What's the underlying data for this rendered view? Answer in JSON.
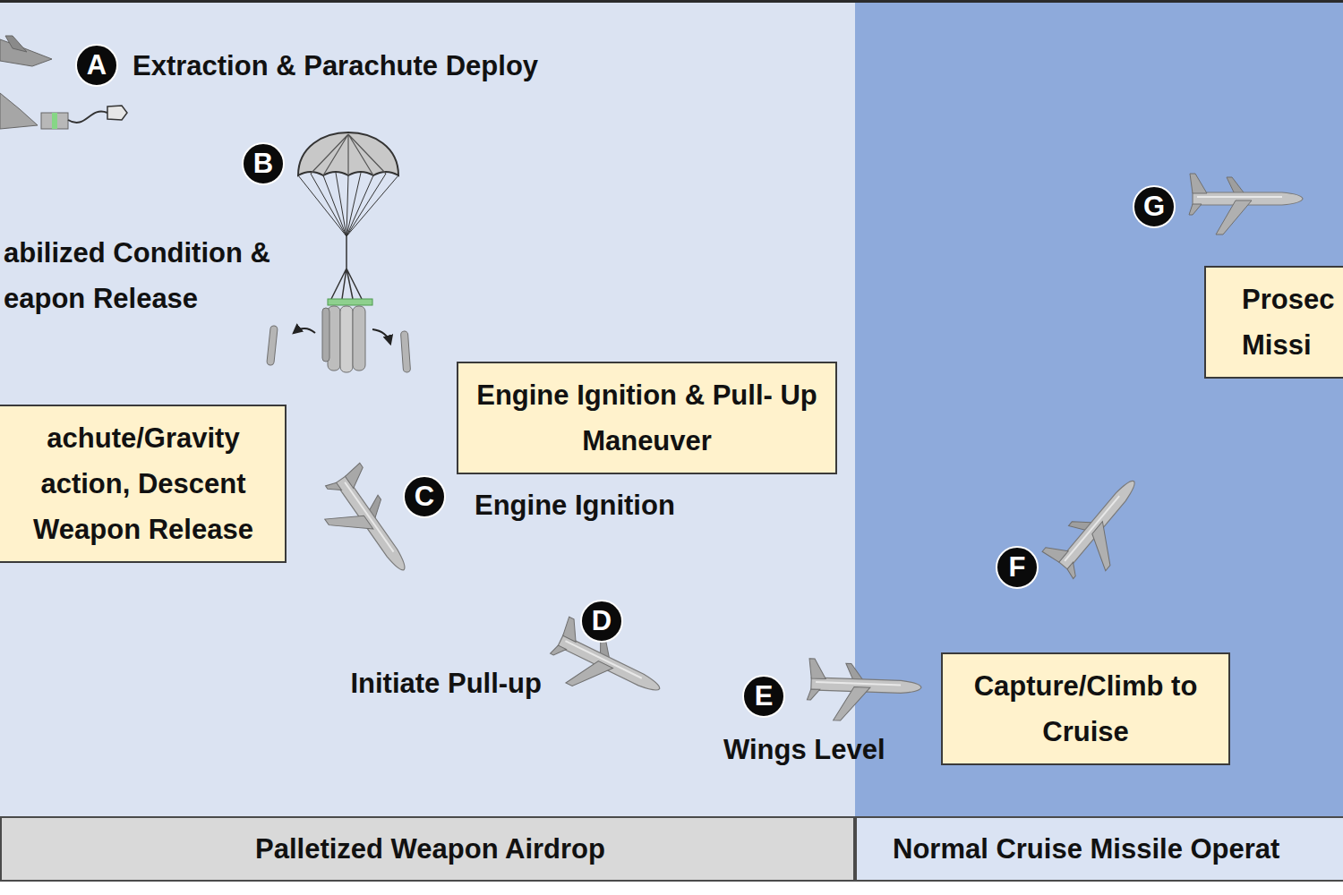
{
  "diagram": {
    "nodes": [
      {
        "text": [
          "A"
        ]
      },
      {
        "text": [
          "B"
        ]
      },
      {
        "text": [
          "G"
        ]
      },
      {
        "text": [
          "Prosec Missi"
        ]
      },
      {
        "text": [
          "achute/Gravity action, Descent Weapon Release"
        ]
      },
      {
        "text": [
          "Engine Ignition & Pull- Up Maneuver"
        ]
      },
      {
        "text": [
          "C"
        ]
      },
      {
        "text": [
          "F"
        ]
      },
      {
        "text": [
          "D"
        ]
      },
      {
        "text": [
          "E"
        ]
      },
      {
        "text": [
          "Capture/Climb to Cruise"
        ]
      },
      {
        "text": [
          "Palletized Weapon Airdrop"
        ]
      },
      {
        "text": [
          "Normal Cruise Missile Operat"
        ]
      }
    ],
    "labels": [
      "Extraction & Parachute Deploy",
      "abilized Condition & eapon Release",
      "Engine Ignition",
      "Initiate Pull-up",
      "Wings Level"
    ]
  }
}
